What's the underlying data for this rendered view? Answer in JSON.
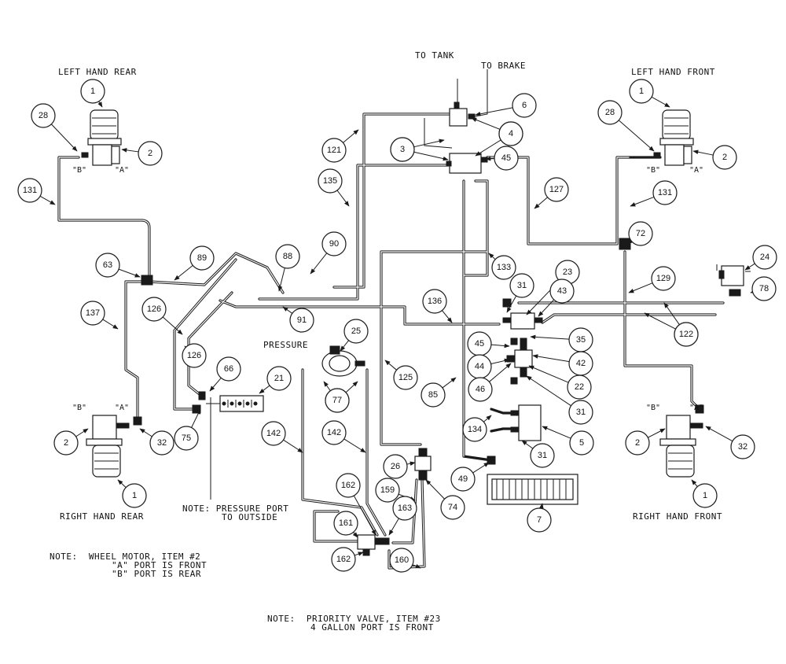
{
  "labels": {
    "to_tank": "TO TANK",
    "to_brake": "TO BRAKE",
    "left_hand_rear": "LEFT HAND REAR",
    "left_hand_front": "LEFT HAND FRONT",
    "right_hand_rear": "RIGHT HAND REAR",
    "right_hand_front": "RIGHT HAND FRONT",
    "pressure": "PRESSURE",
    "note_pressure_port_1": "NOTE: PRESSURE PORT",
    "note_pressure_port_2": "TO OUTSIDE",
    "note_wheel_1": "NOTE:  WHEEL MOTOR, ITEM #2",
    "note_wheel_2": "\"A\" PORT IS FRONT",
    "note_wheel_3": "\"B\" PORT IS REAR",
    "note_priority_1": "NOTE:  PRIORITY VALVE, ITEM #23",
    "note_priority_2": "4 GALLON PORT IS FRONT",
    "port_a": "\"A\"",
    "port_b": "\"B\""
  },
  "callouts": {
    "c1": "1",
    "c2": "2",
    "c3": "3",
    "c4": "4",
    "c5": "5",
    "c6": "6",
    "c7": "7",
    "c21": "21",
    "c22": "22",
    "c23": "23",
    "c24": "24",
    "c25": "25",
    "c26": "26",
    "c28": "28",
    "c31": "31",
    "c32": "32",
    "c35": "35",
    "c42": "42",
    "c43": "43",
    "c44": "44",
    "c45": "45",
    "c46": "46",
    "c49": "49",
    "c63": "63",
    "c66": "66",
    "c72": "72",
    "c74": "74",
    "c75": "75",
    "c77": "77",
    "c78": "78",
    "c85": "85",
    "c88": "88",
    "c89": "89",
    "c90": "90",
    "c91": "91",
    "c121": "121",
    "c122": "122",
    "c125": "125",
    "c126": "126",
    "c127": "127",
    "c129": "129",
    "c131": "131",
    "c133": "133",
    "c134": "134",
    "c135": "135",
    "c136": "136",
    "c137": "137",
    "c142": "142",
    "c159": "159",
    "c160": "160",
    "c161": "161",
    "c162": "162",
    "c163": "163"
  }
}
